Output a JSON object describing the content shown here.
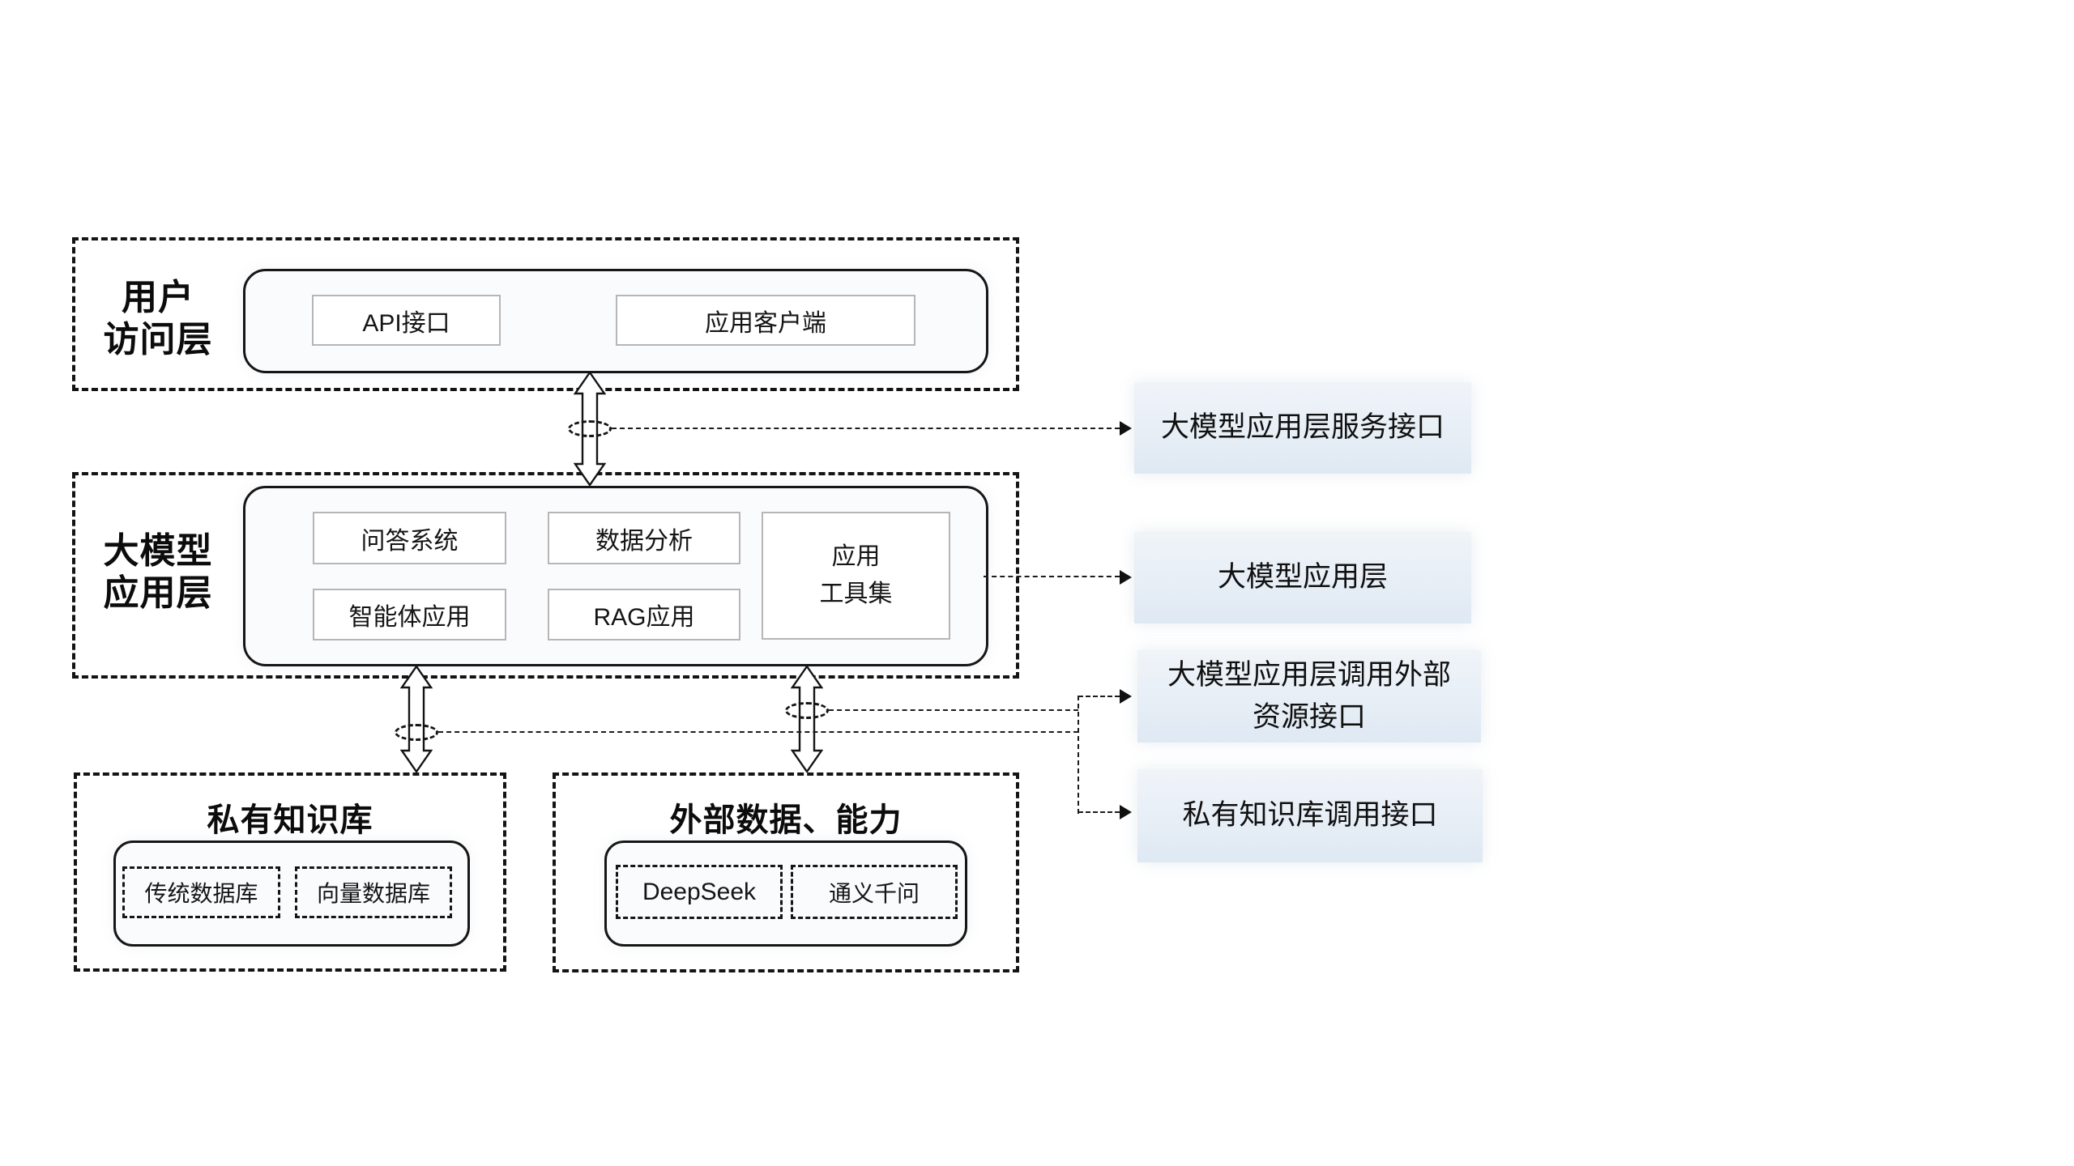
{
  "diagram": {
    "layer1": {
      "title_line1": "用户",
      "title_line2": "访问层",
      "api_box": "API接口",
      "client_box": "应用客户端"
    },
    "layer2": {
      "title_line1": "大模型",
      "title_line2": "应用层",
      "qa_box": "问答系统",
      "analysis_box": "数据分析",
      "agent_box": "智能体应用",
      "rag_box": "RAG应用",
      "toolset_line1": "应用",
      "toolset_line2": "工具集"
    },
    "knowledge": {
      "title": "私有知识库",
      "traditional_db": "传统数据库",
      "vector_db": "向量数据库"
    },
    "external": {
      "title": "外部数据、能力",
      "deepseek": "DeepSeek",
      "qwen": "通义千问"
    },
    "interfaces": {
      "service": "大模型应用层服务接口",
      "app_layer": "大模型应用层",
      "external_line1": "大模型应用层调用外部",
      "external_line2": "资源接口",
      "knowledge_call": "私有知识库调用接口"
    },
    "colors": {
      "interface_bg_top": "#f0f4f9",
      "interface_bg_bottom": "#dfe9f3",
      "gray_border": "#b6b6b6",
      "stroke": "#141414"
    }
  }
}
